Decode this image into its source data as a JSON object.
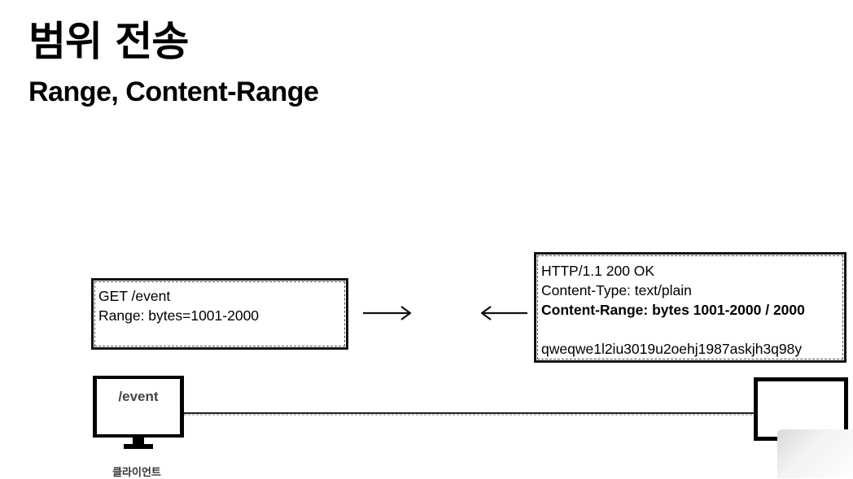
{
  "slide": {
    "title": "범위 전송",
    "subtitle": "Range, Content-Range"
  },
  "request": {
    "lines": [
      "GET /event",
      "Range: bytes=1001-2000"
    ]
  },
  "response": {
    "lines": [
      "HTTP/1.1 200 OK",
      "Content-Type: text/plain",
      "Content-Range: bytes 1001-2000 / 2000",
      "",
      "qweqwe1l2iu3019u2oehj1987askjh3q98y"
    ]
  },
  "client": {
    "screen_text": "/event",
    "label": "클라이언트"
  },
  "icons": {
    "client_monitor": "monitor-icon",
    "server_monitor": "monitor-icon",
    "request_arrow": "arrow-right-icon",
    "response_arrow": "arrow-left-icon"
  }
}
